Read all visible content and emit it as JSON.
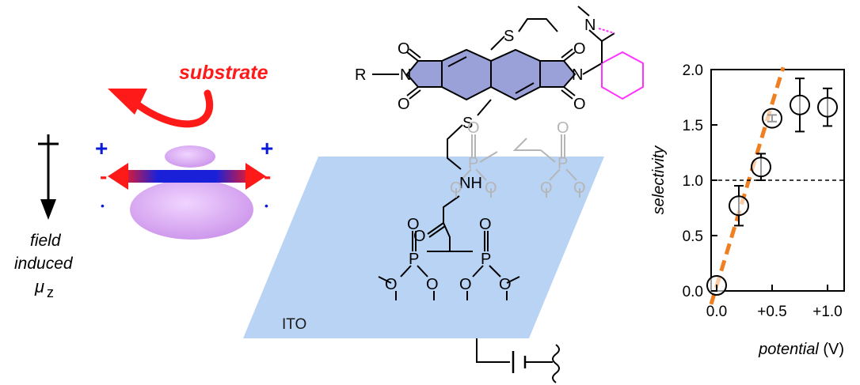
{
  "left": {
    "substrate_label": "substrate",
    "field_label_1": "field",
    "field_label_2": "induced",
    "field_label_mu": "μ",
    "field_label_sub": "z",
    "plus_sign": "+",
    "minus_sign": "-",
    "dot_sign": "•"
  },
  "molecule": {
    "r_label": "R",
    "n_label": "N",
    "o_label": "O",
    "s_label": "S",
    "nh_label": "NH",
    "p_label": "P",
    "ito_label": "ITO"
  },
  "colors": {
    "red": "#ff1a1a",
    "blue": "#0a1bd8",
    "violet": "#d9a6f2",
    "naphthalene": "#9aa0d8",
    "magenta": "#ff33ff",
    "ito_plane": "#b9d3f5",
    "orange_fit": "#f07f22"
  },
  "chart_data": {
    "type": "scatter",
    "xlabel_main": "potential",
    "xlabel_unit": " (V)",
    "ylabel": "selectivity",
    "x_ticks": [
      "0.0",
      "+0.5",
      "+1.0"
    ],
    "y_ticks": [
      "0.0",
      "0.5",
      "1.0",
      "1.5",
      "2.0"
    ],
    "xlim": [
      -0.05,
      1.15
    ],
    "ylim": [
      0.0,
      2.0
    ],
    "points": [
      {
        "x": 0.0,
        "y": 0.05,
        "err": 0.0
      },
      {
        "x": 0.2,
        "y": 0.77,
        "err": 0.18
      },
      {
        "x": 0.4,
        "y": 1.12,
        "err": 0.12
      },
      {
        "x": 0.5,
        "y": 1.56,
        "err": 0.03
      },
      {
        "x": 0.75,
        "y": 1.68,
        "err": 0.24
      },
      {
        "x": 1.0,
        "y": 1.66,
        "err": 0.17
      }
    ],
    "reference_line_y": 1.0,
    "fit_line": {
      "x": [
        -0.05,
        0.6
      ],
      "y": [
        -0.12,
        2.02
      ]
    }
  }
}
